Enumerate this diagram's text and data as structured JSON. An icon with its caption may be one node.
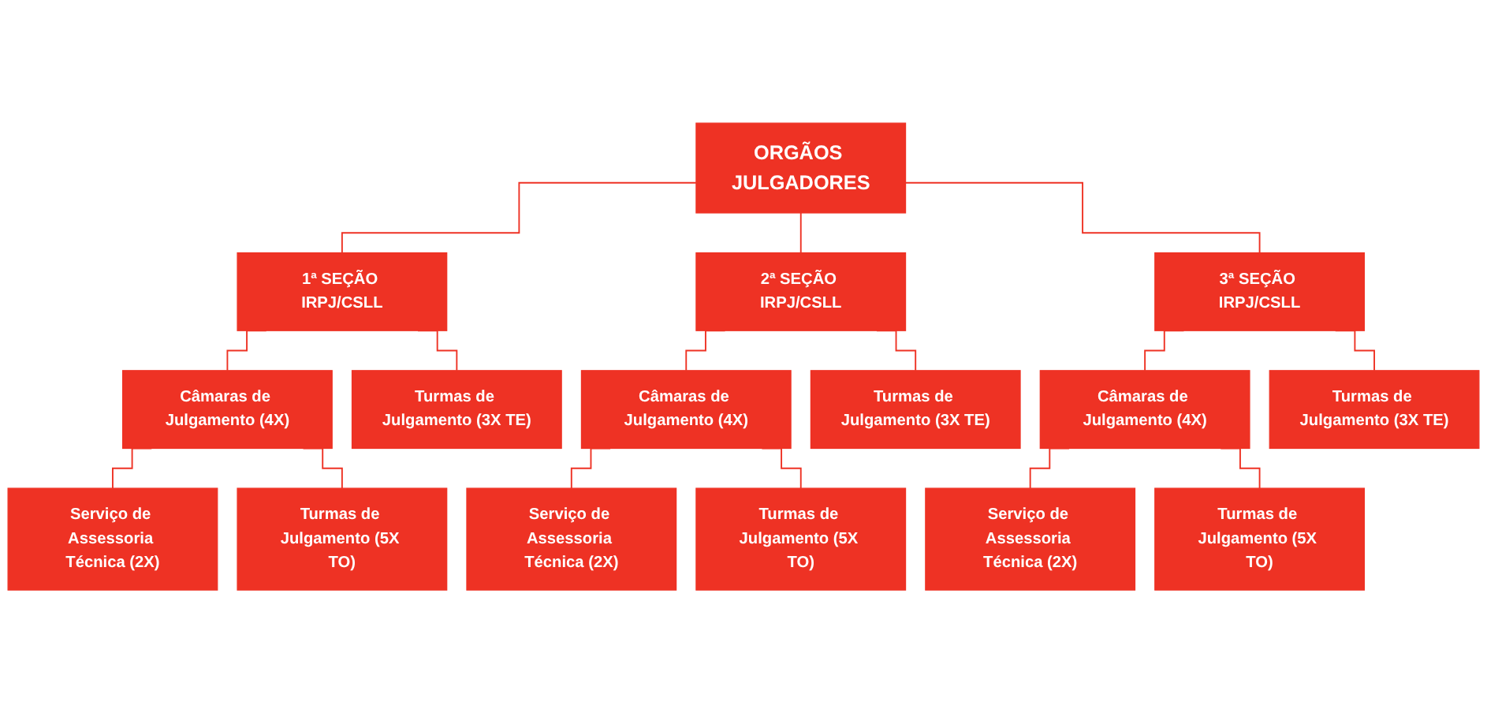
{
  "diagram": {
    "nodes": [
      {
        "text": [
          "ORGÃOS JULGADORES"
        ]
      },
      {
        "text": [
          "1ª SEÇÃO IRPJ/CSLL"
        ]
      },
      {
        "text": [
          "Câmaras de Julgamento (4X)"
        ]
      },
      {
        "text": [
          "Turmas de Julgamento (3X TE)"
        ]
      },
      {
        "text": [
          "Serviço de Assessoria Técnica (2X)"
        ]
      },
      {
        "text": [
          "Turmas de Julgamento (5X TO)"
        ]
      },
      {
        "text": [
          "2ª SEÇÃO IRPJ/CSLL"
        ]
      },
      {
        "text": [
          "Câmaras de Julgamento (4X)"
        ]
      },
      {
        "text": [
          "Turmas de Julgamento (3X TE)"
        ]
      },
      {
        "text": [
          "Serviço de Assessoria Técnica (2X)"
        ]
      },
      {
        "text": [
          "Turmas de Julgamento (5X TO)"
        ]
      },
      {
        "text": [
          "3ª SEÇÃO IRPJ/CSLL"
        ]
      },
      {
        "text": [
          "Câmaras de Julgamento (4X)"
        ]
      },
      {
        "text": [
          "Turmas de Julgamento (3X TE)"
        ]
      },
      {
        "text": [
          "Serviço de Assessoria Técnica (2X)"
        ]
      },
      {
        "text": [
          "Turmas de Julgamento (5X TO)"
        ]
      }
    ],
    "edges": [
      {
        "from": 0,
        "to": 1,
        "arrow": "none"
      },
      {
        "from": 0,
        "to": 6,
        "arrow": "none"
      },
      {
        "from": 0,
        "to": 11,
        "arrow": "none"
      },
      {
        "from": 1,
        "to": 2,
        "arrow": "none"
      },
      {
        "from": 1,
        "to": 3,
        "arrow": "none"
      },
      {
        "from": 2,
        "to": 4,
        "arrow": "none"
      },
      {
        "from": 2,
        "to": 5,
        "arrow": "none"
      },
      {
        "from": 6,
        "to": 7,
        "arrow": "none"
      },
      {
        "from": 6,
        "to": 8,
        "arrow": "none"
      },
      {
        "from": 7,
        "to": 9,
        "arrow": "none"
      },
      {
        "from": 7,
        "to": 10,
        "arrow": "none"
      },
      {
        "from": 11,
        "to": 12,
        "arrow": "none"
      },
      {
        "from": 11,
        "to": 13,
        "arrow": "none"
      },
      {
        "from": 12,
        "to": 14,
        "arrow": "none"
      },
      {
        "from": 12,
        "to": 15,
        "arrow": "none"
      }
    ]
  }
}
